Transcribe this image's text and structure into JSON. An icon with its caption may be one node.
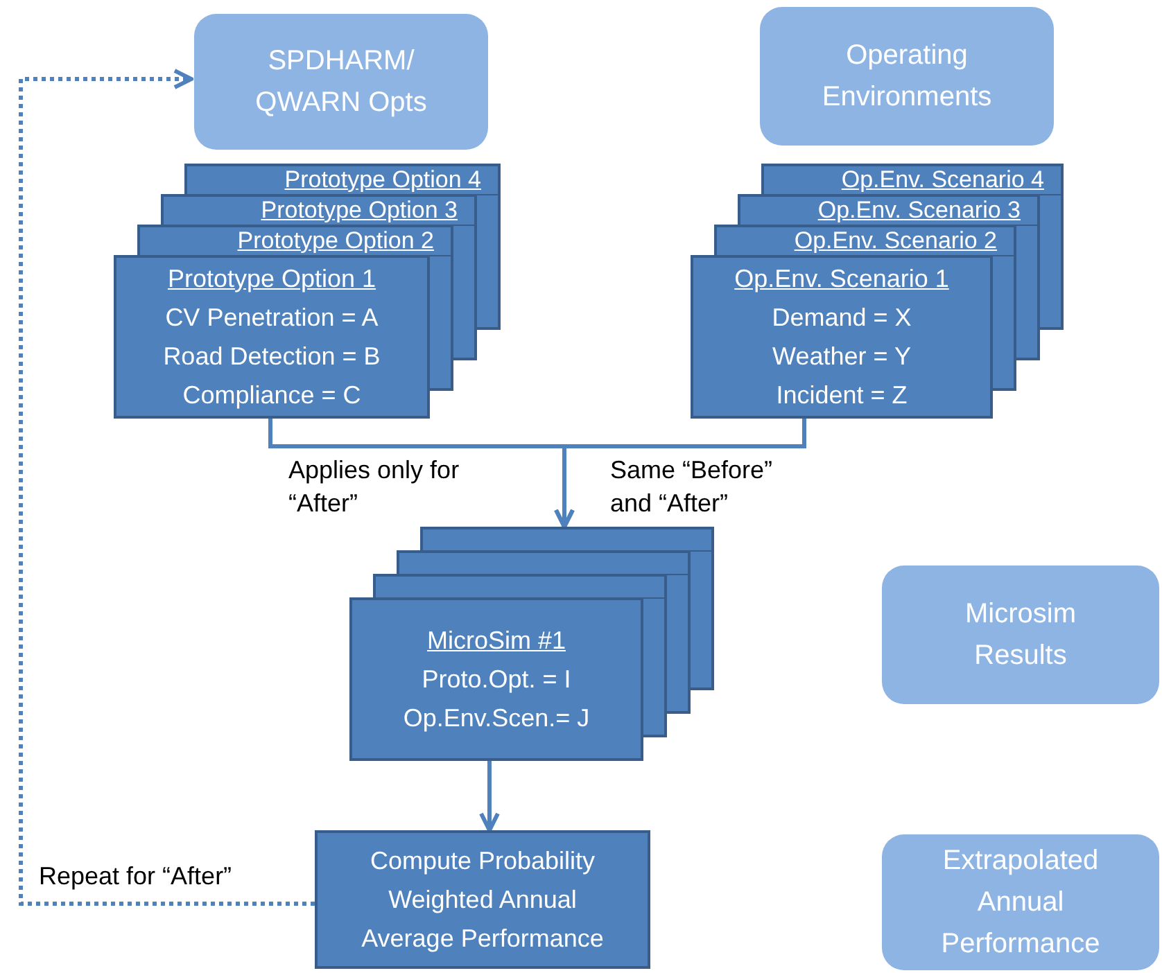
{
  "diagram": {
    "nodes": [
      {
        "text": [
          "SPDHARM/ QWARN Opts"
        ]
      },
      {
        "text": [
          "Operating Environments"
        ]
      },
      {
        "text": [
          "Prototype Option 4"
        ]
      },
      {
        "text": [
          "Prototype Option 3"
        ]
      },
      {
        "text": [
          "Prototype Option 2"
        ]
      },
      {
        "text": [
          "Prototype Option 1",
          "CV Penetration = A",
          "Road Detection = B",
          "Compliance = C"
        ]
      },
      {
        "text": [
          "Op.Env. Scenario 4"
        ]
      },
      {
        "text": [
          "Op.Env. Scenario 3"
        ]
      },
      {
        "text": [
          "Op.Env. Scenario 2"
        ]
      },
      {
        "text": [
          "Op.Env. Scenario 1",
          "Demand = X",
          "Weather = Y",
          "Incident = Z"
        ]
      },
      {
        "text": [],
        "shape": "box"
      },
      {
        "text": [],
        "shape": "box"
      },
      {
        "text": [],
        "shape": "box"
      },
      {
        "text": [
          "MicroSim #1",
          "Proto.Opt. = I",
          "Op.Env.Scen.= J"
        ]
      },
      {
        "text": [
          "Compute Probability Weighted Annual Average Performance"
        ]
      },
      {
        "text": [
          "Microsim Results"
        ]
      },
      {
        "text": [
          "Extrapolated Annual Performance"
        ]
      }
    ],
    "edges": [
      {
        "from": 5,
        "to": 10,
        "arrow": "to",
        "label": "Applies only for “After”"
      },
      {
        "from": 9,
        "to": 10,
        "arrow": "to",
        "label": "Same “Before” and “After”"
      },
      {
        "from": 13,
        "to": 14,
        "arrow": "to"
      },
      {
        "from": 14,
        "to": 0,
        "arrow": "to",
        "label": "Repeat for “After”",
        "style": "dashed"
      }
    ]
  }
}
